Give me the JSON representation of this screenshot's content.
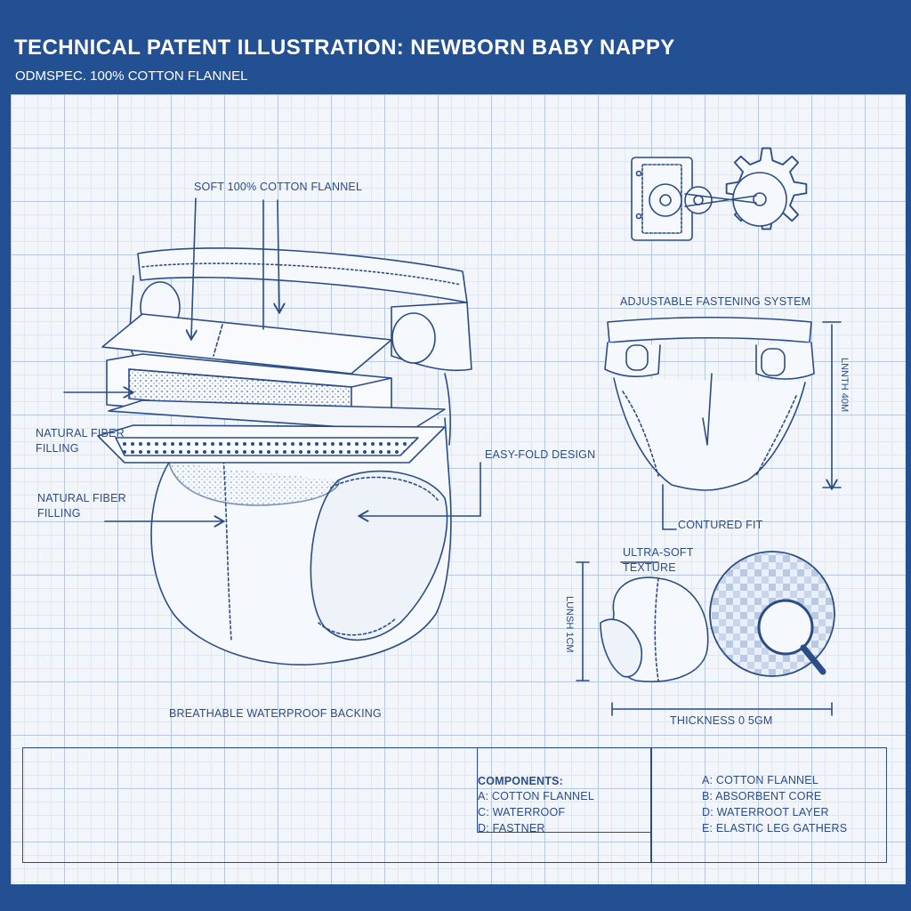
{
  "header": {
    "title": "TECHNICAL PATENT ILLUSTRATION:  NEWBORN BABY NAPPY",
    "subtitle": "ODMSPEC. 100% COTTON FLANNEL"
  },
  "labels": {
    "soft_flannel": "SOFT 100% COTTON FLANNEL",
    "natural_fiber_1": "NATURAL FIBER\nFILLING",
    "natural_fiber_2": "NATURAL FIBER\nFILLING",
    "easy_fold": "EASY-FOLD DESIGN",
    "breathable": "BREATHABLE WATERPROOF BACKING",
    "adjustable": "ADJUSTABLE FASTENING SYSTEM",
    "length_right": "LNNTH 40M",
    "contoured_fit": "CONTURED FIT",
    "ultra_soft": "ULTRA-SOFT\nTEXTURE",
    "length_left": "LUNSH 1CM",
    "thickness": "THICKNESS 0 5GM"
  },
  "components": {
    "heading": "COMPONENTS:",
    "left_list": [
      "A: COTTON FLANNEL",
      "C: WATERROOF",
      "D: FASTNER"
    ],
    "right_list": [
      "A: COTTON FLANNEL",
      "B: ABSORBENT CORE",
      "D: WATERROOT LAYER",
      "E: ELASTIC LEG GATHERS"
    ]
  },
  "colors": {
    "frame": "#234f93",
    "ink": "#2b4c86",
    "grid_major": "#b7c7dd",
    "grid_minor": "#dfe7f2",
    "paper": "#f2f6fb"
  }
}
